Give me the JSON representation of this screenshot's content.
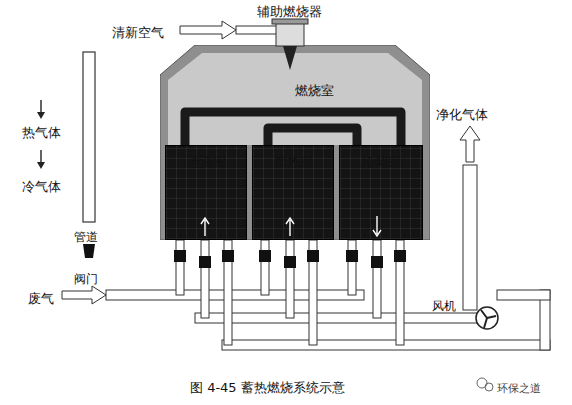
{
  "diagram": {
    "caption": "图 4-45 蓄热燃烧系统示意",
    "nodes": [
      {
        "text": [
          "燃烧室"
        ]
      },
      {
        "text": [
          "清洗室"
        ],
        "in": 0
      },
      {
        "text": [
          "加热室"
        ],
        "in": 0
      },
      {
        "text": [
          "冷却室"
        ],
        "in": 0
      }
    ],
    "edges": [
      {
        "from": 1,
        "to": 3,
        "arrow": "none"
      },
      {
        "from": 2,
        "to": 3,
        "arrow": "none"
      }
    ],
    "labels": [
      "辅助燃烧器",
      "清新空气",
      "热气体",
      "冷气体",
      "管道",
      "阀门",
      "净化气体",
      "废气",
      "风机",
      "环保之道"
    ]
  }
}
